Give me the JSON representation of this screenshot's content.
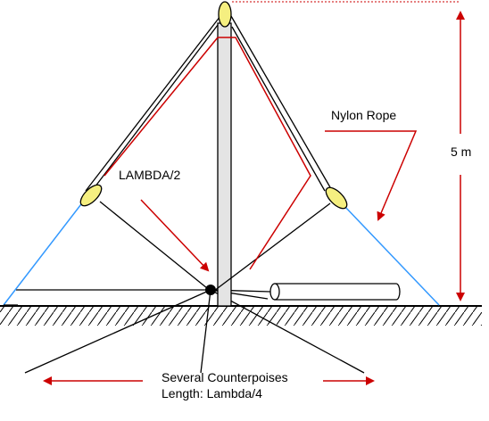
{
  "labels": {
    "lambda_half": "LAMBDA/2",
    "nylon_rope": "Nylon Rope",
    "height": "5 m",
    "counterpoises_line1": "Several Counterpoises",
    "counterpoises_line2": "Length: Lambda/4"
  },
  "colors": {
    "wire": "#000000",
    "antenna_highlight": "#cc0000",
    "nylon_rope": "#3399ff",
    "insulator_fill": "#f5ef80",
    "mast_fill": "#e4e4e4",
    "dimension_arrow": "#cc0000"
  }
}
